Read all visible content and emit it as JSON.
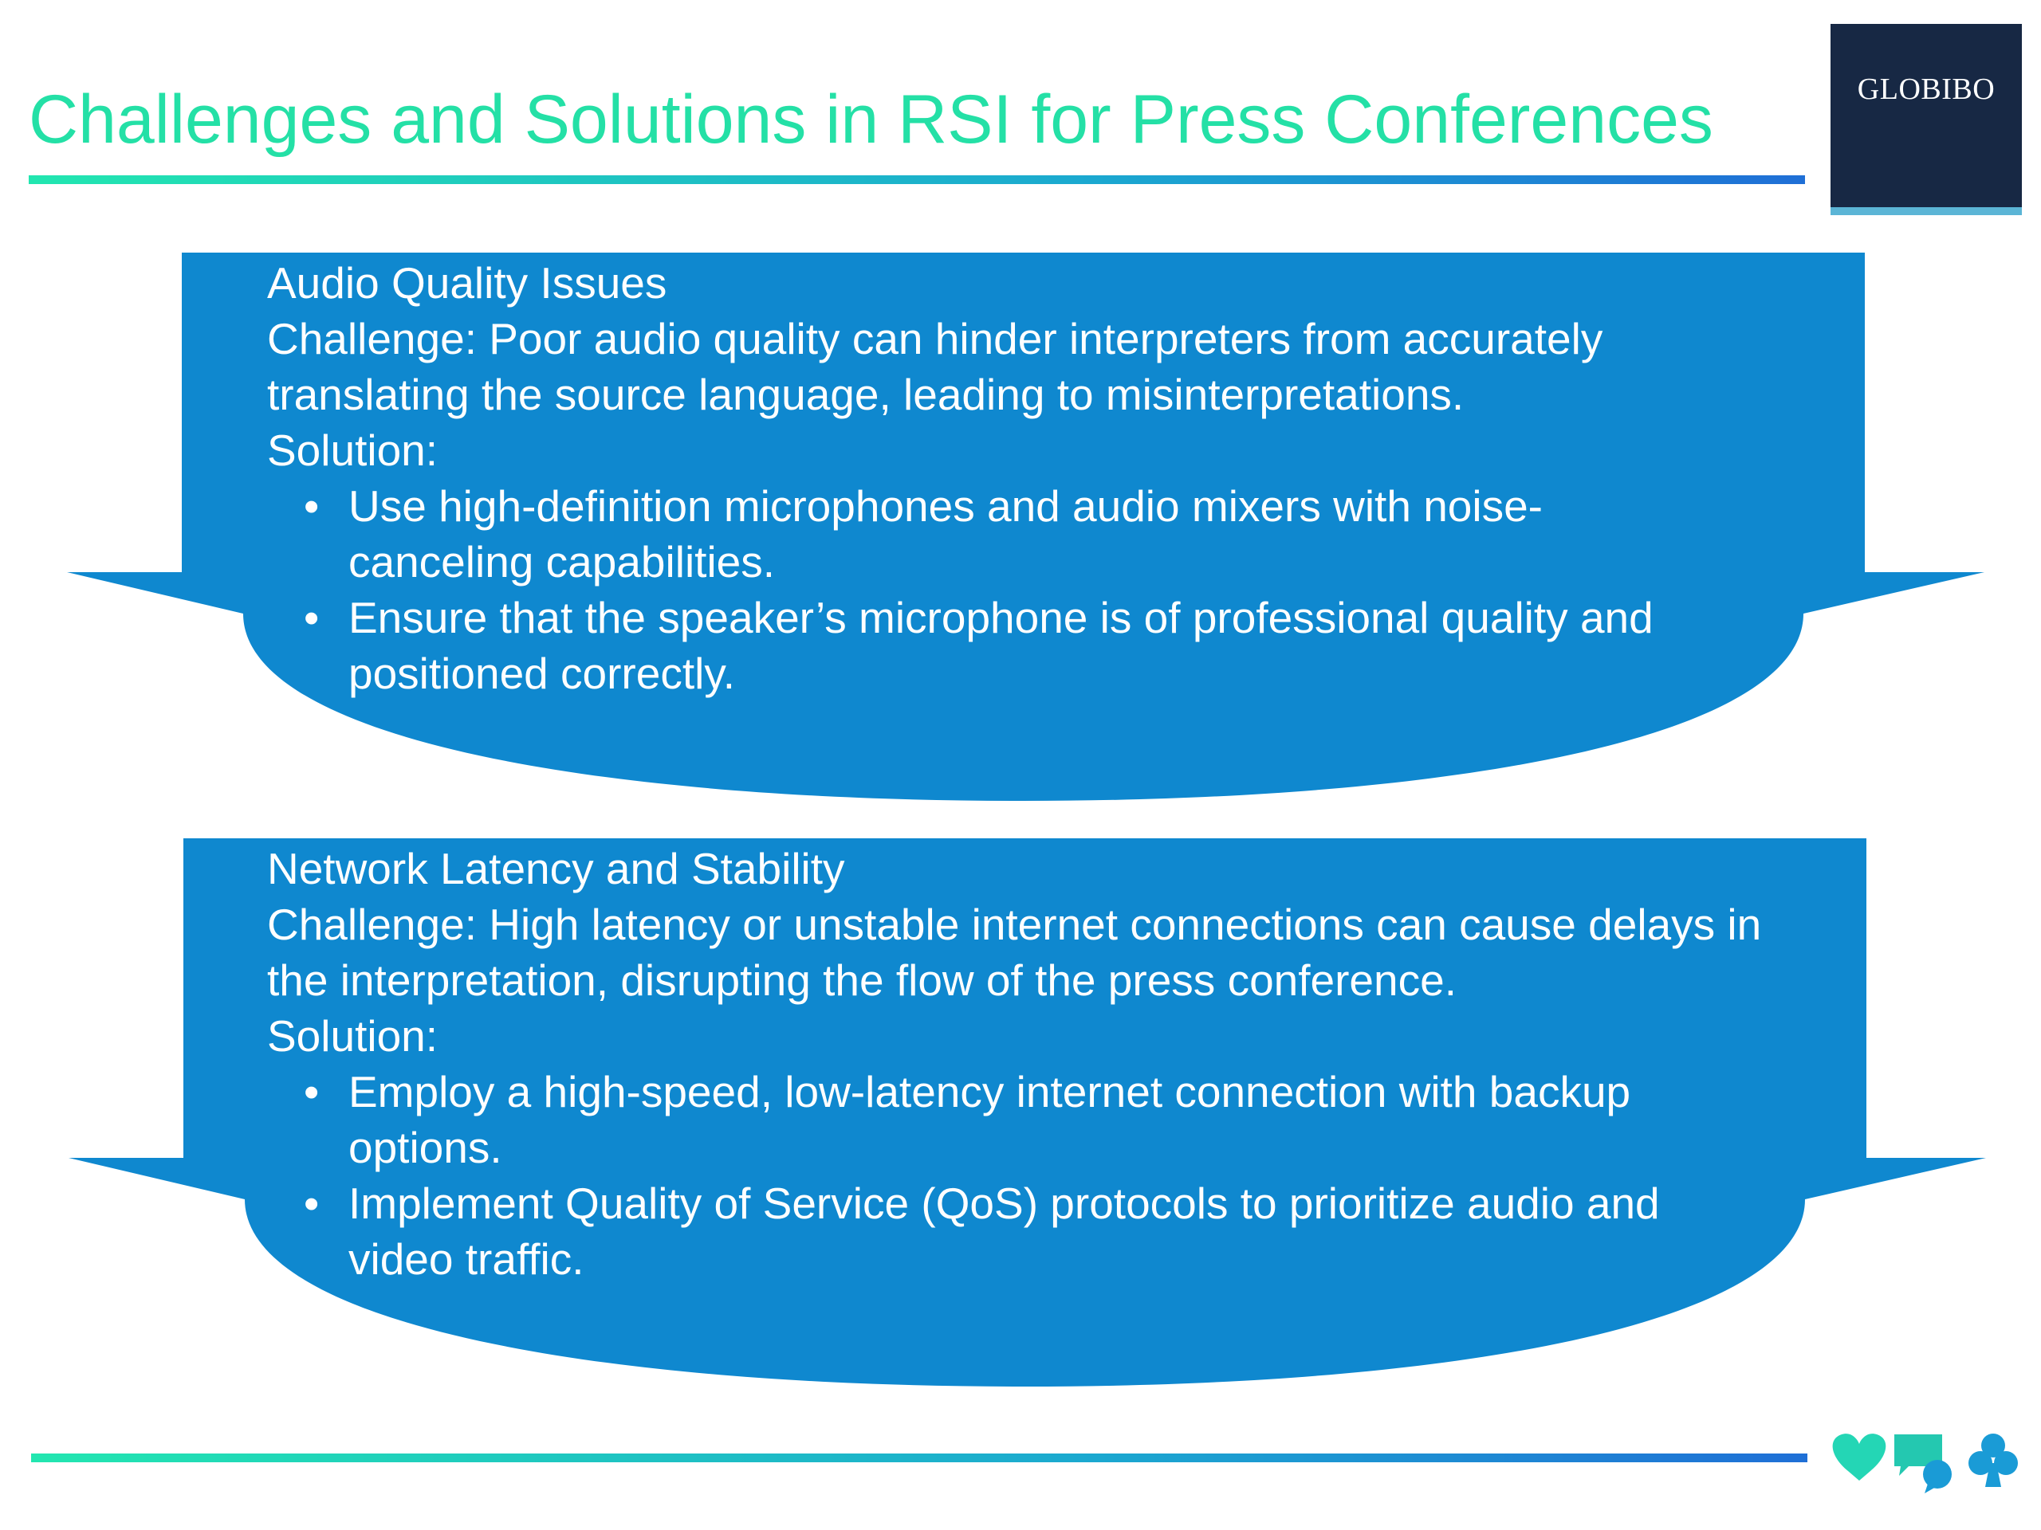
{
  "slide": {
    "title": "Challenges and Solutions in RSI for Press Conferences",
    "logo": "GLOBIBO"
  },
  "sections": [
    {
      "heading": "Audio Quality Issues",
      "challenge": "Challenge: Poor audio quality can hinder interpreters from accurately translating the source language, leading to misinterpretations.",
      "solution_label": "Solution:",
      "bullets": [
        "Use high-definition microphones and audio mixers with noise-canceling capabilities.",
        "Ensure that the speaker’s microphone is of professional quality and positioned correctly."
      ]
    },
    {
      "heading": "Network Latency and Stability",
      "challenge": "Challenge: High latency or unstable internet connections can cause delays in the interpretation, disrupting the flow of the press conference.",
      "solution_label": "Solution:",
      "bullets": [
        "Employ a high-speed, low-latency internet connection with backup options.",
        "Implement Quality of Service (QoS) protocols to prioritize audio and video traffic."
      ]
    }
  ],
  "footer_icons": [
    "heart-icon",
    "chat-bubbles-icon",
    "club-icon"
  ],
  "colors": {
    "title": "#24e0a6",
    "panel": "#0f88cf",
    "logo_bg": "#172844",
    "logo_stripe": "#5bb5d6",
    "rule_start": "#22e6b0",
    "rule_end": "#1f6fd6",
    "icon_teal": "#24d6b5",
    "icon_blue": "#1a9bd6"
  }
}
